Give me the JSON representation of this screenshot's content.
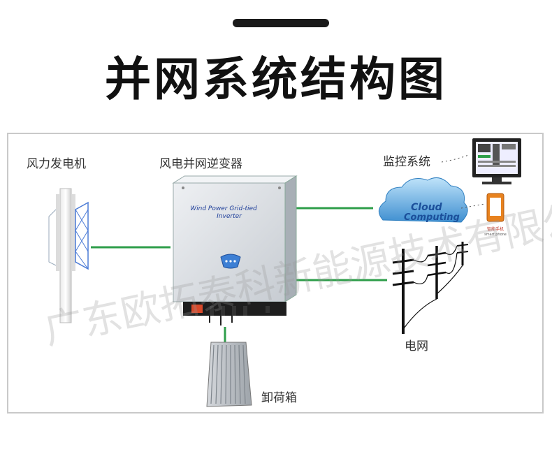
{
  "page": {
    "title": "并网系统结构图"
  },
  "labels": {
    "wind_turbine": "风力发电机",
    "inverter": "风电并网逆变器",
    "monitor": "监控系统",
    "grid": "电网",
    "dump_load": "卸荷箱"
  },
  "inverter_panel_text": {
    "line1": "Wind Power Grid-tied",
    "line2": "Inverter"
  },
  "cloud_text": {
    "line1": "Cloud",
    "line2": "Computing"
  },
  "phone_caption": {
    "cn": "智能手机",
    "en": "smart phone"
  },
  "watermark": "广东欧拓泰科新能源技术有限公司",
  "colors": {
    "connector_green": "#2e9e4a",
    "frame_border": "#c9c9c9",
    "cloud_blue": "#4aa3e0",
    "inverter_body": "#d9dde2",
    "inverter_bottom": "#1e1e1e"
  },
  "icons": [
    "turbine-icon",
    "inverter-icon",
    "cloud-icon",
    "monitor-icon",
    "phone-icon",
    "power-pole-icon",
    "dump-load-icon"
  ]
}
